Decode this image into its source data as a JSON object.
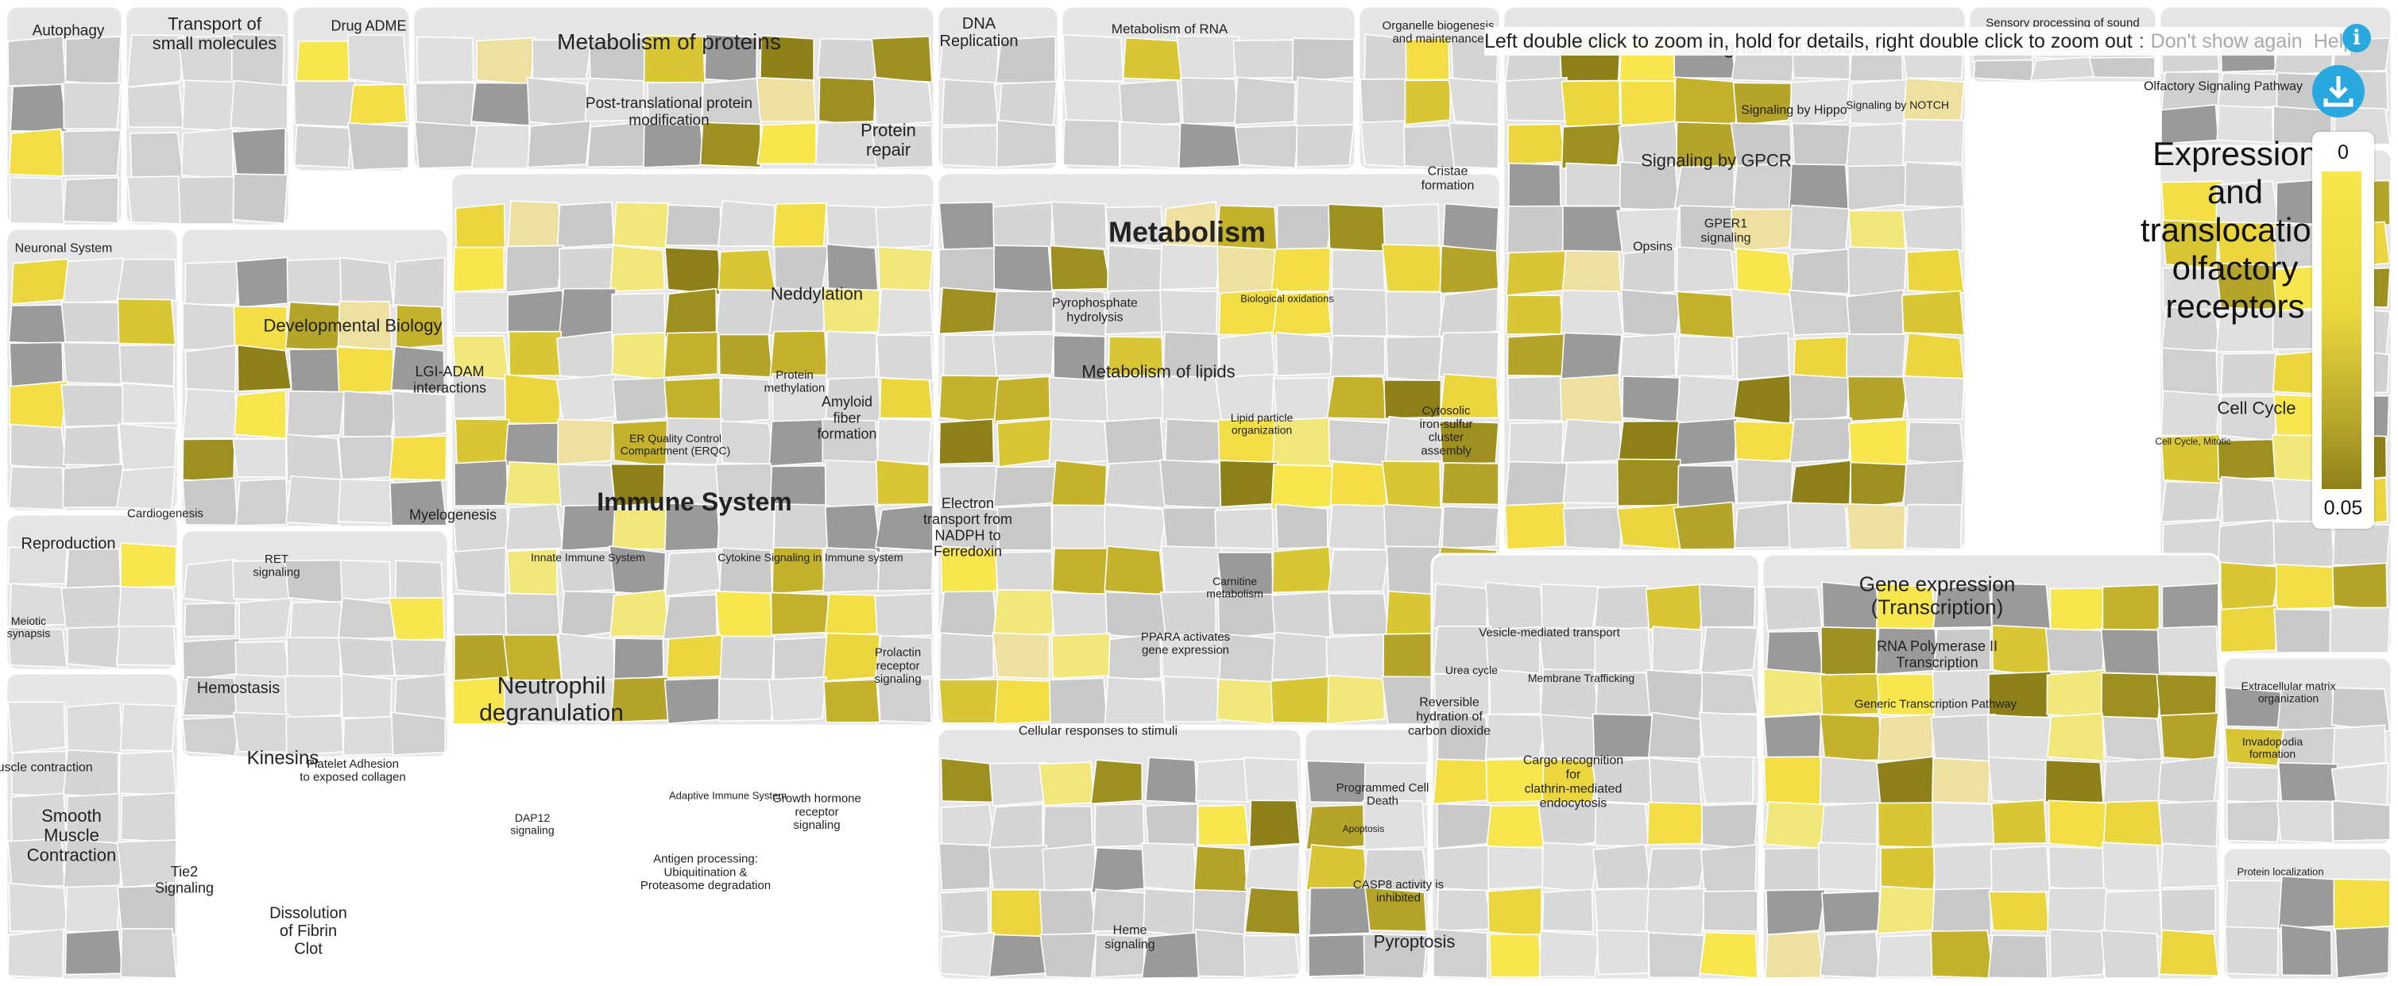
{
  "hint": {
    "zoom_text": "Left double click to zoom in, hold for details, right double click to zoom out",
    "separator": ":",
    "dont_show": "Don't show again",
    "help": "Help"
  },
  "legend": {
    "title_lines": [
      "Expression",
      "and",
      "translocation",
      "olfactory",
      "receptors"
    ],
    "max_label": "0",
    "min_label": "0.05"
  },
  "colors": {
    "cell_fill": "#d9d9d9",
    "cell_line": "#ffffff",
    "highlight_light": "#f8e64e",
    "highlight_dark": "#8d8018",
    "grey_dark": "#9a9a9a",
    "accent_blue": "#29a8e0"
  },
  "pathways": [
    {
      "label": "Autophagy",
      "bold": false
    },
    {
      "label": "Transport of small molecules",
      "bold": false
    },
    {
      "label": "Drug ADME",
      "bold": false
    },
    {
      "label": "Metabolism of proteins",
      "bold": false
    },
    {
      "label": "DNA Replication",
      "bold": false
    },
    {
      "label": "Metabolism of RNA",
      "bold": false
    },
    {
      "label": "Organelle biogenesis and maintenance",
      "bold": false
    },
    {
      "label": "Signal Transduction",
      "bold": false
    },
    {
      "label": "Sensory processing of sound",
      "bold": false
    },
    {
      "label": "Olfactory Signaling Pathway",
      "bold": false
    },
    {
      "label": "Metabolism",
      "bold": true
    },
    {
      "label": "Neuronal System",
      "bold": false
    },
    {
      "label": "Developmental Biology",
      "bold": false
    },
    {
      "label": "Immune System",
      "bold": true
    },
    {
      "label": "Reproduction",
      "bold": false
    },
    {
      "label": "Hemostasis",
      "bold": false
    },
    {
      "label": "Muscle contraction",
      "bold": false
    },
    {
      "label": "Cell Cycle",
      "bold": false
    },
    {
      "label": "Gene expression (Transcription)",
      "bold": false
    },
    {
      "label": "Vesicle-mediated transport",
      "bold": false
    },
    {
      "label": "Cellular responses to stimuli",
      "bold": false
    },
    {
      "label": "Programmed Cell Death",
      "bold": false
    },
    {
      "label": "Extracellular matrix organization",
      "bold": false
    },
    {
      "label": "Protein localization",
      "bold": false
    }
  ],
  "subpathways": [
    "Post-translational protein modification",
    "Neddylation",
    "Protein repair",
    "Amyloid fiber formation",
    "Protein methylation",
    "ER Quality Control Compartment (ERQC)",
    "Metabolism of lipids",
    "Lipid particle organization",
    "Pyrophosphate hydrolysis",
    "Electron transport from NADPH to Ferredoxin",
    "Cytosolic iron-sulfur cluster assembly",
    "PPARA activates gene expression",
    "Neutrophil degranulation",
    "Innate Immune System",
    "Cytokine Signaling in Immune system",
    "Adaptive Immune System",
    "DAP12 signaling",
    "Prolactin receptor signaling",
    "Growth hormone receptor signaling",
    "Antigen processing: Ubiquitination & Proteasome degradation",
    "Signaling by GPCR",
    "Signaling by NOTCH",
    "Signaling by Hippo",
    "GPER1 signaling",
    "Opsins",
    "RNA Polymerase II Transcription",
    "Generic Transcription Pathway",
    "Cargo recognition for clathrin-mediated endocytosis",
    "Membrane Trafficking",
    "Heme signaling",
    "Pyroptosis",
    "Apoptosis",
    "CASP8 activity is inhibited",
    "Kinesins",
    "Smooth Muscle Contraction",
    "Tie2 Signaling",
    "Dissolution of Fibrin Clot",
    "LGI-ADAM interactions",
    "Myelogenesis",
    "RET signaling",
    "Meiotic synapsis",
    "Cell Cycle, Mitotic",
    "Cristae formation",
    "Invadopodia formation",
    "Urea cycle",
    "Reversible hydration of carbon dioxide",
    "Carnitine metabolism",
    "Biological oxidations",
    "Platelet Adhesion to exposed collagen",
    "Cardiogenesis"
  ]
}
